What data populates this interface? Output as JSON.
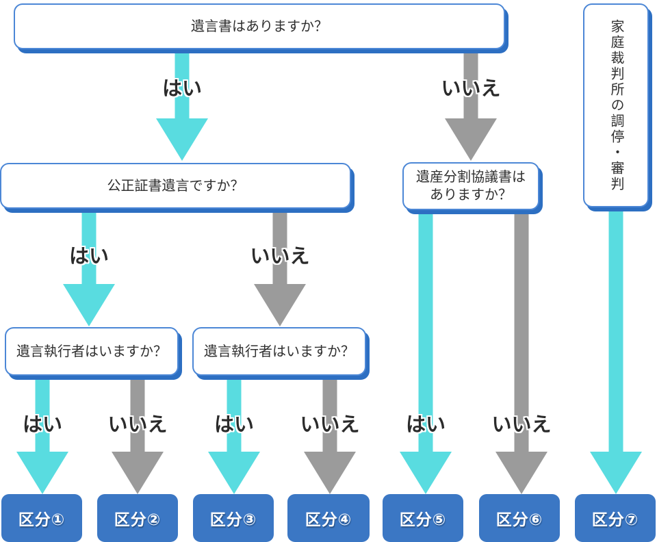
{
  "diagram_type": "decision-flowchart",
  "colors": {
    "yes_arrow": "#59DCE0",
    "no_arrow": "#9B9B9B",
    "box_border": "#4C87D6",
    "box_shadow": "#2D6FC2",
    "box_bg": "#FFFFFF",
    "result_bg": "#3B77C4",
    "result_text": "#FFFFFF",
    "label_text": "#2B2B2B",
    "question_text": "#2F2F2F"
  },
  "questions": {
    "q1": "遺言書はありますか？",
    "q2": "公正証書遺言ですか？",
    "q3": "遺産分割協議書は\nありますか？",
    "q4": "遺言執行者はいますか？",
    "q5": "遺言執行者はいますか？",
    "side": "家庭裁判所の調停・審判"
  },
  "labels": {
    "yes": "はい",
    "no": "いいえ"
  },
  "arrows": [
    {
      "answer": "はい",
      "variant": "yes",
      "from": "q1",
      "to": "q2"
    },
    {
      "answer": "いいえ",
      "variant": "no",
      "from": "q1",
      "to": "q3"
    },
    {
      "answer": "はい",
      "variant": "yes",
      "from": "q2",
      "to": "q4"
    },
    {
      "answer": "いいえ",
      "variant": "no",
      "from": "q2",
      "to": "q5"
    },
    {
      "answer": "はい",
      "variant": "yes",
      "from": "q4",
      "to": "result1"
    },
    {
      "answer": "いいえ",
      "variant": "no",
      "from": "q4",
      "to": "result2"
    },
    {
      "answer": "はい",
      "variant": "yes",
      "from": "q5",
      "to": "result3"
    },
    {
      "answer": "いいえ",
      "variant": "no",
      "from": "q5",
      "to": "result4"
    },
    {
      "answer": "はい",
      "variant": "yes",
      "from": "q3",
      "to": "result5"
    },
    {
      "answer": "いいえ",
      "variant": "no",
      "from": "q3",
      "to": "result6"
    },
    {
      "answer": "",
      "variant": "yes",
      "from": "side",
      "to": "result7"
    }
  ],
  "results": [
    {
      "label": "区分①"
    },
    {
      "label": "区分②"
    },
    {
      "label": "区分③"
    },
    {
      "label": "区分④"
    },
    {
      "label": "区分⑤"
    },
    {
      "label": "区分⑥"
    },
    {
      "label": "区分⑦"
    }
  ]
}
